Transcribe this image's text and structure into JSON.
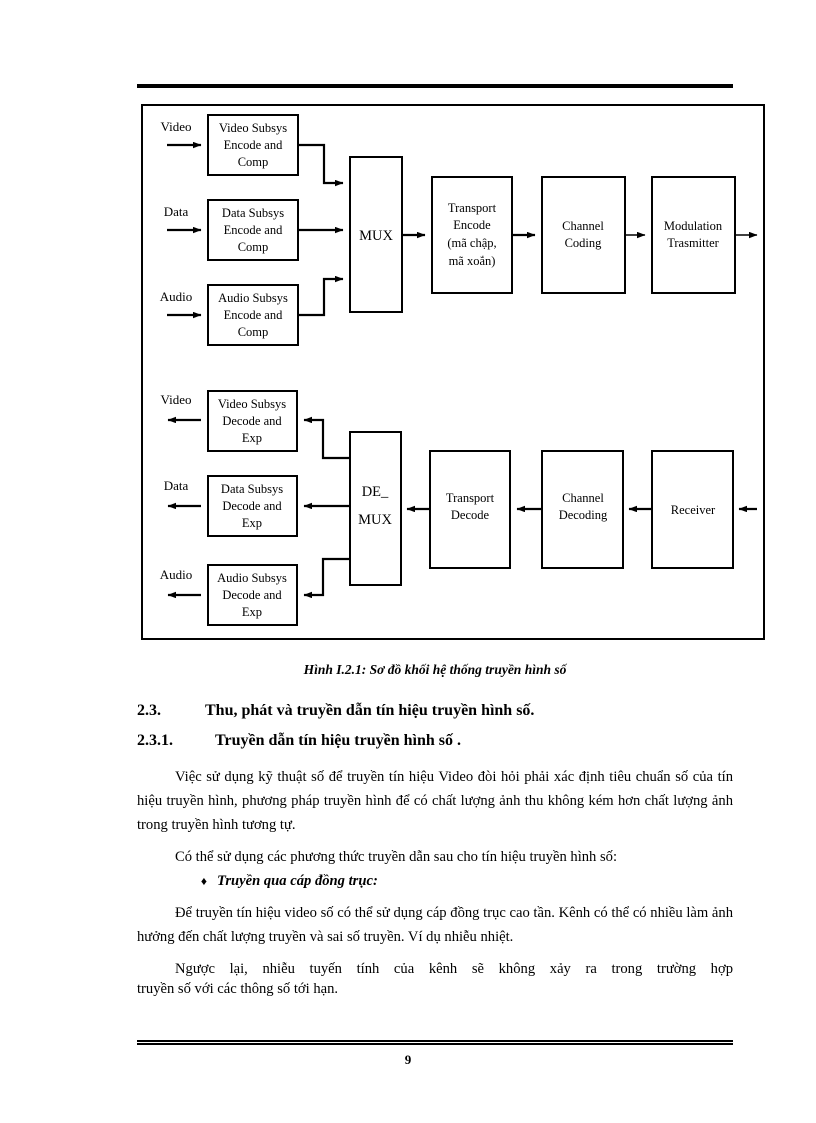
{
  "document": {
    "page_number": "9",
    "figure": {
      "caption": "Hình I.2.1: Sơ đồ khối hệ thống truyền hình số",
      "transmit_chain": {
        "inputs": [
          {
            "label": "Video",
            "box": "Video Subsys Encode and Comp"
          },
          {
            "label": "Data",
            "box": "Data Subsys Encode and Comp"
          },
          {
            "label": "Audio",
            "box": "Audio Subsys Encode and Comp"
          }
        ],
        "mux": "MUX",
        "stages": [
          "Transport Encode (mã chập, mã xoắn)",
          "Channel Coding",
          "Modulation Trasmitter"
        ]
      },
      "receive_chain": {
        "outputs": [
          {
            "label": "Video",
            "box": "Video Subsys Decode and Exp"
          },
          {
            "label": "Data",
            "box": "Data Subsys Decode and Exp"
          },
          {
            "label": "Audio",
            "box": "Audio Subsys Decode and Exp"
          }
        ],
        "demux": "DE_ MUX",
        "stages": [
          "Transport Decode",
          "Channel Decoding",
          "Receiver"
        ]
      },
      "box_text": {
        "video_enc_l1": "Video Subsys",
        "video_enc_l2": "Encode and",
        "video_enc_l3": "Comp",
        "data_enc_l1": "Data Subsys",
        "data_enc_l2": "Encode and",
        "data_enc_l3": "Comp",
        "audio_enc_l1": "Audio Subsys",
        "audio_enc_l2": "Encode and",
        "audio_enc_l3": "Comp",
        "video_dec_l1": "Video Subsys",
        "video_dec_l2": "Decode and",
        "video_dec_l3": "Exp",
        "data_dec_l1": "Data Subsys",
        "data_dec_l2": "Decode and",
        "data_dec_l3": "Exp",
        "audio_dec_l1": "Audio Subsys",
        "audio_dec_l2": "Decode and",
        "audio_dec_l3": "Exp",
        "mux": "MUX",
        "demux_l1": "DE_",
        "demux_l2": "MUX",
        "transport_enc_l1": "Transport",
        "transport_enc_l2": "Encode",
        "transport_enc_l3": "(mã chập,",
        "transport_enc_l4": "mã xoắn)",
        "channel_coding_l1": "Channel",
        "channel_coding_l2": "Coding",
        "modulation_l1": "Modulation",
        "modulation_l2": "Trasmitter",
        "transport_dec_l1": "Transport",
        "transport_dec_l2": "Decode",
        "channel_dec_l1": "Channel",
        "channel_dec_l2": "Decoding",
        "receiver": "Receiver",
        "in_video": "Video",
        "in_data": "Data",
        "in_audio": "Audio",
        "out_video": "Video",
        "out_data": "Data",
        "out_audio": "Audio"
      }
    },
    "headings": {
      "h1_number": "2.3.",
      "h1_text": "Thu, phát và truyền dẫn tín hiệu truyền hình số.",
      "h2_number": "2.3.1.",
      "h2_text": "Truyền dẫn tín hiệu truyền hình số ."
    },
    "body": {
      "p1": "Việc sử dụng kỹ thuật số để truyền tín hiệu Video đòi hỏi phải xác định tiêu chuẩn số của tín hiệu truyền hình, phương pháp truyền hình để có chất lượng ảnh thu không kém hơn chất lượng ảnh trong truyền hình tương tự.",
      "p2": "Có thể sử dụng các phương thức truyền dẫn sau cho tín hiệu truyền hình số:",
      "bullet_marker": "♦",
      "bullet_text": "Truyền qua cáp đồng trục:",
      "p3": "Để truyền tín hiệu video số có thể sử dụng cáp đồng trục cao tần. Kênh có thể có nhiều làm ảnh hưởng đến chất lượng truyền và sai số truyền. Ví dụ nhiễu nhiệt.",
      "p4_line1": "Ngược lại, nhiễu tuyến tính của kênh sẽ không xảy ra trong trường hợp",
      "p4_line2": "truyền số với các  thông số tới hạn."
    }
  }
}
